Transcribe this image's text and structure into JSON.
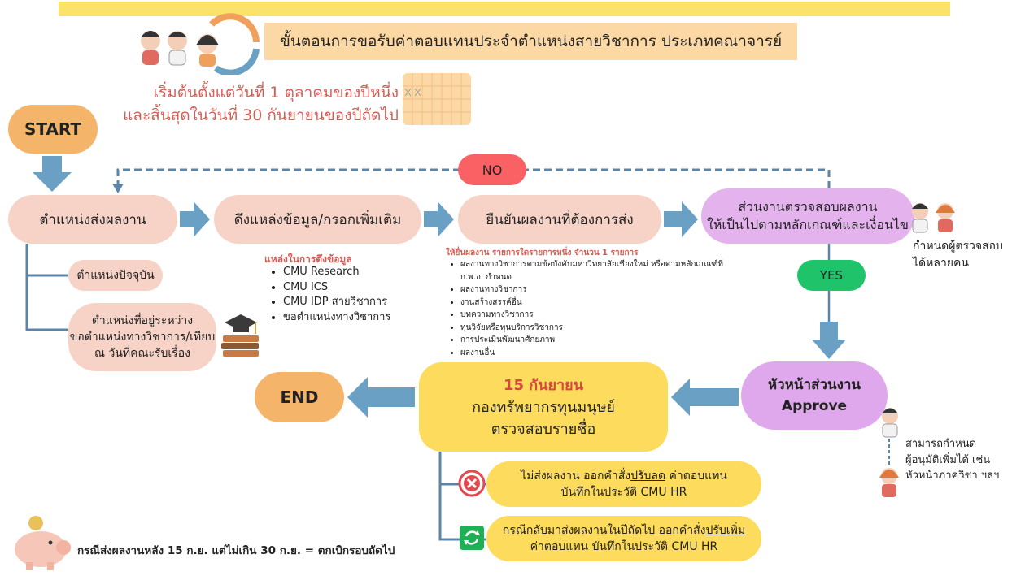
{
  "header": {
    "title": "ขั้นตอนการขอรับค่าตอบแทนประจำตำแหน่งสายวิชาการ ประเภทคณาจารย์",
    "date_line1": "เริ่มต้นตั้งแต่วันที่ 1 ตุลาคมของปีหนึ่ง",
    "date_line2": "และสิ้นสุดในวันที่ 30 กันยายนของปีถัดไป"
  },
  "nodes": {
    "start": "START",
    "end": "END",
    "step1": "ตำแหน่งส่งผลงาน",
    "step2": "ดึงแหล่งข้อมูล/กรอกเพิ่มเติม",
    "step3": "ยืนยันผลงานที่ต้องการส่ง",
    "step4_line1": "ส่วนงานตรวจสอบผลงาน",
    "step4_line2": "ให้เป็นไปตามหลักเกณฑ์และเงื่อนไข",
    "head_line1": "หัวหน้าส่วนงาน",
    "head_line2": "Approve",
    "hr_date": "15 กันยายน",
    "hr_line1": "กองทรัพยากรทุนมนุษย์",
    "hr_line2": "ตรวจสอบรายชื่อ",
    "no": "NO",
    "yes": "YES"
  },
  "positions": {
    "current": "ตำแหน่งปัจจุบัน",
    "pending_line1": "ตำแหน่งที่อยู่ระหว่าง",
    "pending_line2": "ขอตำแหน่งทางวิชาการ/เทียบ",
    "pending_line3": "ณ วันที่คณะรับเรื่อง"
  },
  "sources": {
    "title": "แหล่งในการดึงข้อมูล",
    "items": [
      "CMU Research",
      "CMU ICS",
      "CMU IDP สายวิชาการ",
      "ขอตำแหน่งทางวิชาการ"
    ]
  },
  "works": {
    "title": "ให้ยื่นผลงาน รายการใดรายการหนึ่ง จำนวน 1 รายการ",
    "items": [
      "ผลงานทางวิชาการตามข้อบังคับมหาวิทยาลัยเชียงใหม่ หรือตามหลักเกณฑ์ที่ ก.พ.อ. กำหนด",
      "ผลงานทางวิชาการ",
      "งานสร้างสรรค์อื่น",
      "บทความทางวิชาการ",
      "ทุนวิจัยหรือทุนบริการวิชาการ",
      "การประเมินพัฒนาศักยภาพ",
      "ผลงานอื่น"
    ]
  },
  "notes": {
    "reviewers_line1": "กำหนดผู้ตรวจสอบ",
    "reviewers_line2": "ได้หลายคน",
    "approvers_line1": "สามารถกำหนด",
    "approvers_line2": "ผู้อนุมัติเพิ่มได้ เช่น",
    "approvers_line3": "หัวหน้าภาควิชา ฯลฯ",
    "bottom": "กรณีส่งผลงานหลัง 15 ก.ย. แต่ไม่เกิน 30 ก.ย. = ตกเบิกรอบถัดไป"
  },
  "outcomes": {
    "reduce_a": "ไม่ส่งผลงาน ออกคำสั่ง",
    "reduce_b": "ปรับลด",
    "reduce_c": " ค่าตอบแทน",
    "reduce_line2": "บันทึกในประวัติ CMU HR",
    "increase_a": "กรณีกลับมาส่งผลงานในปีถัดไป ออกคำสั่ง",
    "increase_b": "ปรับเพิ่ม",
    "increase_line2": "ค่าตอบแทน บันทึกในประวัติ CMU HR"
  },
  "colors": {
    "arrow": "#6aa0c4",
    "line": "#5b84a6",
    "pink": "#f6d3c6",
    "purple": "#e4b3ee",
    "yellow": "#fddb5d",
    "orange": "#f4b56b",
    "red": "#fa6164",
    "green": "#1fc36a"
  }
}
